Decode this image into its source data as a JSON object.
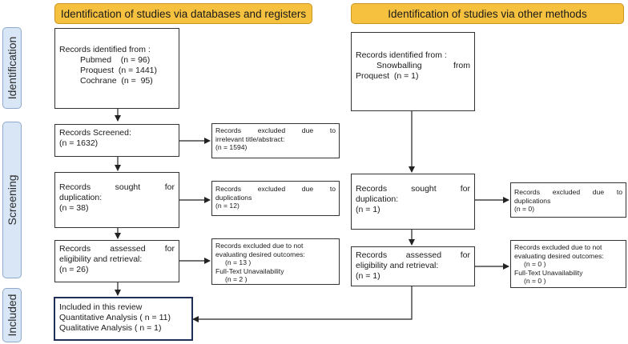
{
  "headers": {
    "left": "Identification of studies via databases and registers",
    "right": "Identification of studies via other methods"
  },
  "phases": {
    "identification": "Identification",
    "screening": "Screening",
    "included": "Included"
  },
  "left": {
    "identified": {
      "title": "Records identified from :",
      "pubmed": "Pubmed    (n = 96)",
      "proquest": "Proquest  (n = 1441)",
      "cochrane": "Cochrane  (n =  95)"
    },
    "screened": {
      "title": "Records Screened:",
      "n": "(n = 1632)"
    },
    "excluded_irrelevant": {
      "line1": "Records   excluded   due   to",
      "line2": "irrelevant title/abstract:",
      "n": "(n = 1594)"
    },
    "sought": {
      "line1": "Records    sought    for",
      "line2": "duplication:",
      "n": "(n = 38)"
    },
    "excluded_dup": {
      "line1": "Records   excluded   due   to",
      "line2": "duplications",
      "n": "(n = 12)"
    },
    "assessed": {
      "line1": "Records    assessed    for",
      "line2": "eligibility and retrieval:",
      "n": "(n = 26)"
    },
    "excluded_outcomes": {
      "line1": "Records excluded due to not",
      "line2": "evaluating desired outcomes:",
      "n1": "(n = 13 )",
      "line3": "Full-Text Unavailability",
      "n2": "(n = 2 )"
    },
    "included": {
      "title": "Included in this review",
      "quant": "Quantitative Analysis ( n = 11)",
      "qual": "Qualitative Analysis ( n = 1)"
    }
  },
  "right": {
    "identified": {
      "title": "Records identified from :",
      "line1": "Snowballing          from",
      "line2": "Proquest  (n = 1)"
    },
    "sought": {
      "line1": "Records    sought    for",
      "line2": "duplication:",
      "n": "(n = 1)"
    },
    "excluded_dup": {
      "line1": "Records   excluded   due   to",
      "line2": "duplications",
      "n": "(n = 0)"
    },
    "assessed": {
      "line1": "Records    assessed    for",
      "line2": "eligibility and retrieval:",
      "n": "(n = 1)"
    },
    "excluded_outcomes": {
      "line1": "Records excluded due to not",
      "line2": "evaluating desired outcomes:",
      "n1": "(n = 0 )",
      "line3": "Full-Text Unavailability",
      "n2": "(n = 0 )"
    }
  }
}
